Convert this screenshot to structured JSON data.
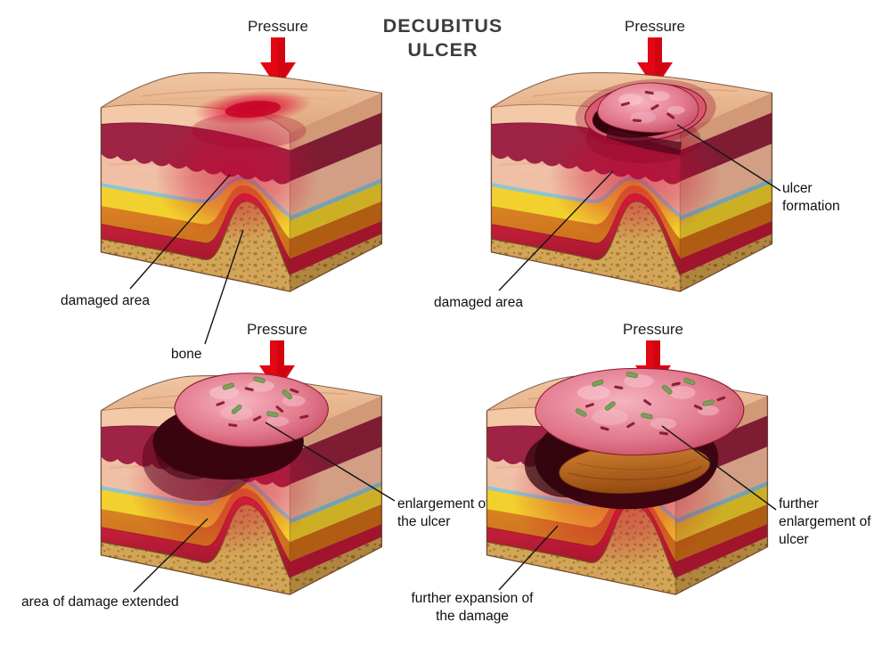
{
  "title": {
    "line1": "DECUBITUS",
    "line2": "ULCER"
  },
  "panels": [
    {
      "stage": "damaged-area",
      "pressure_label": "Pressure",
      "labels": [
        {
          "id": "damaged-area",
          "text": "damaged area"
        },
        {
          "id": "bone",
          "text": "bone"
        }
      ]
    },
    {
      "stage": "ulcer-formation",
      "pressure_label": "Pressure",
      "labels": [
        {
          "id": "damaged-area",
          "text": "damaged area"
        },
        {
          "id": "ulcer-formation",
          "text": "ulcer formation"
        }
      ]
    },
    {
      "stage": "ulcer-enlargement",
      "pressure_label": "Pressure",
      "labels": [
        {
          "id": "enlargement-of-the-ulcer",
          "text": "enlargement of the ulcer"
        },
        {
          "id": "area-of-damage-extended",
          "text": "area of damage extended"
        }
      ]
    },
    {
      "stage": "further-enlargement",
      "pressure_label": "Pressure",
      "labels": [
        {
          "id": "further-enlargement-of-ulcer",
          "text": "further enlargement of ulcer"
        },
        {
          "id": "further-expansion-of-the-damage",
          "text": "further expansion of the damage"
        }
      ]
    }
  ],
  "colors": {
    "pressure_arrow": "#e30613",
    "skin_top": "#ecbd97",
    "dermis": "#9e2344",
    "fat_yellow": "#f2d12e",
    "muscle_orange": "#d07a20",
    "muscle_red": "#cf1e3a",
    "bone": "#d2a558",
    "ulcer_pink": "#e87f93",
    "cavity": "#3a040f",
    "bacteria_green": "#79a25a",
    "label_line": "#1a1a1a"
  }
}
